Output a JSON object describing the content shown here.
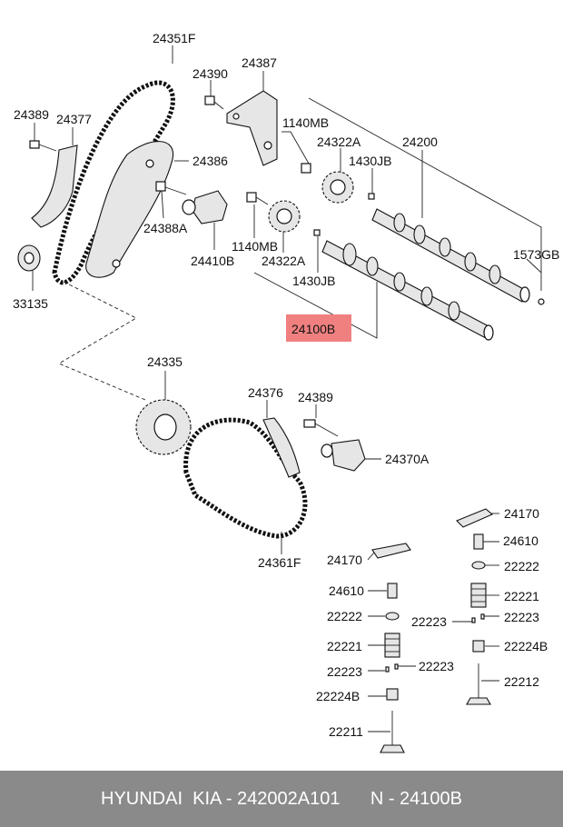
{
  "labels": {
    "p24351F": "24351F",
    "p24390": "24390",
    "p24387": "24387",
    "p24389a": "24389",
    "p24377": "24377",
    "p1140MBa": "1140MB",
    "p24322Aa": "24322A",
    "p24200": "24200",
    "p24386": "24386",
    "p1430JBa": "1430JB",
    "p24388A": "24388A",
    "p1140MBb": "1140MB",
    "p24322Ab": "24322A",
    "p1573GB": "1573GB",
    "p24410B": "24410B",
    "p33135": "33135",
    "p1430JBb": "1430JB",
    "p24100B": "24100B",
    "p24335": "24335",
    "p24376": "24376",
    "p24389b": "24389",
    "p24370A": "24370A",
    "p24361F": "24361F",
    "p24170a": "24170",
    "p24610a": "24610",
    "p22222a": "22222",
    "p24170b": "24170",
    "p22221a": "22221",
    "p24610b": "24610",
    "p22222b": "22222",
    "p22223a": "22223",
    "p22223b": "22223",
    "p22221b": "22221",
    "p22224Ba": "22224B",
    "p22223c": "22223",
    "p22223d": "22223",
    "p22212": "22212",
    "p22224Bb": "22224B",
    "p22211": "22211"
  },
  "highlight_color": "#f08080",
  "footer": {
    "text": "HYUNDAI  KIA - 242002A101      N - 24100B"
  }
}
